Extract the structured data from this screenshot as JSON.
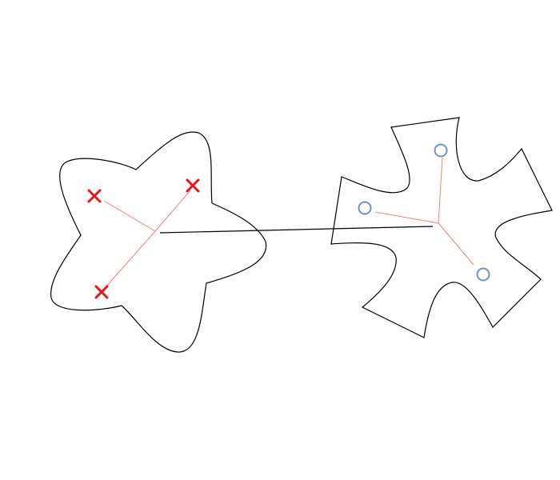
{
  "colors": {
    "background": "#ffffff",
    "outline": "#000000",
    "connector": "#000000",
    "spoke": "#f08080",
    "cross_marker": "#e8141c",
    "circle_marker": "#6f93c4"
  },
  "shapes": [
    {
      "id": "star-shape",
      "kind": "curved-star",
      "marker": "cross",
      "marker_icon": "cross-icon",
      "points": 3
    },
    {
      "id": "cross-shape",
      "kind": "polygonal-cross",
      "marker": "circle",
      "marker_icon": "circle-icon",
      "points": 3
    }
  ],
  "connector": {
    "from": "star-shape",
    "to": "cross-shape"
  }
}
